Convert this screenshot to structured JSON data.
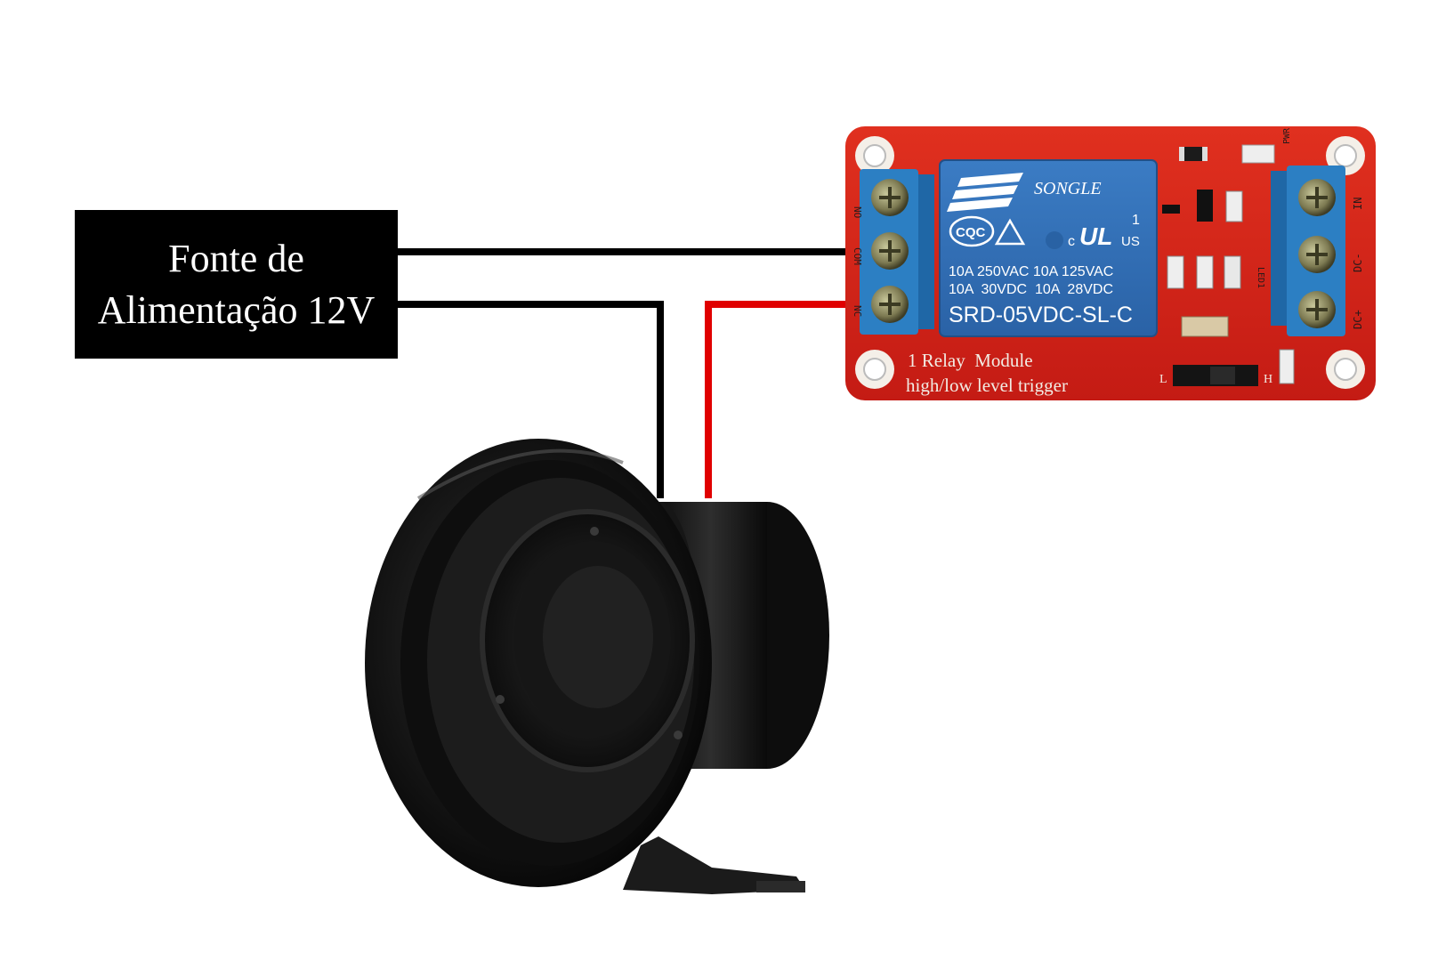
{
  "power_supply": {
    "line1": "Fonte de",
    "line2": "Alimentação 12V"
  },
  "relay_module": {
    "relay_brand": "SONGLE",
    "relay_ratings_line1": "10A 250VAC  10A 125VAC",
    "relay_ratings_line2": "10A  30VDC  10A  28VDC",
    "relay_model": "SRD-05VDC-SL-C",
    "relay_cert_cqc": "CQC",
    "relay_cert_ul": "UL",
    "relay_cert_c": "c",
    "relay_cert_us": "US",
    "relay_cert_one": "1",
    "board_label_line1": "1 Relay  Module",
    "board_label_line2": "high/low level trigger",
    "pin_labels_output": [
      "NO",
      "COM",
      "NC"
    ],
    "pin_labels_input": [
      "IN",
      "DC-",
      "DC+"
    ],
    "pwr_label": "PWR",
    "led_label": "LED1",
    "jumper_low": "L",
    "jumper_high": "H"
  },
  "wires": {
    "colors": {
      "black": "#000000",
      "red": "#e00000"
    }
  },
  "colors": {
    "pcb": "#d8241b",
    "terminal_block": "#2c7fc3",
    "relay_case": "#2f6fb6",
    "siren_body": "#111111"
  }
}
